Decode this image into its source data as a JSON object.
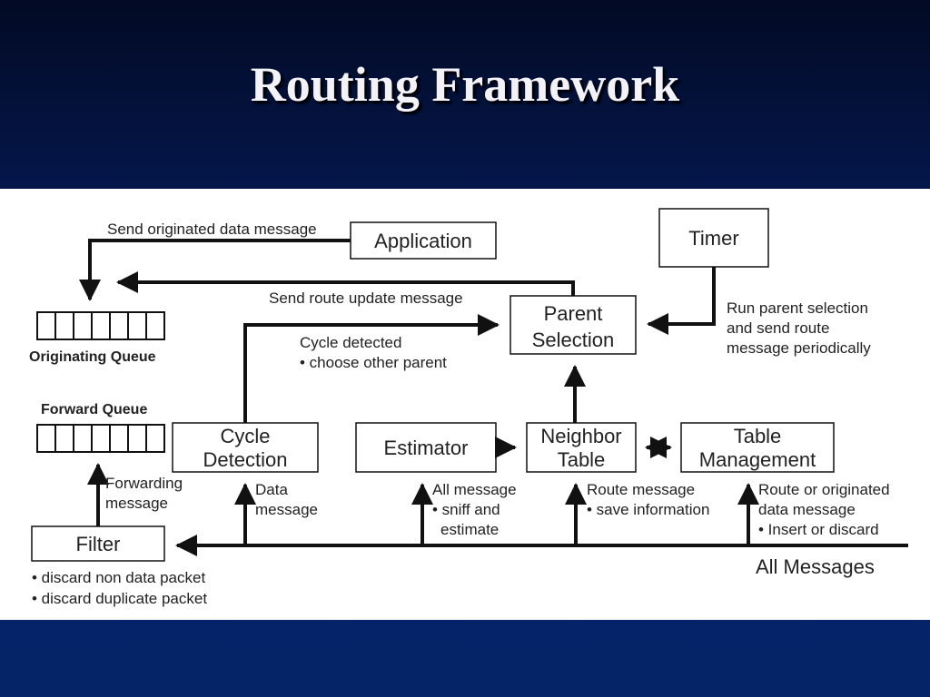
{
  "title": "Routing Framework",
  "boxes": {
    "application": "Application",
    "timer": "Timer",
    "parent_selection": [
      "Parent",
      "Selection"
    ],
    "cycle_detection": [
      "Cycle",
      "Detection"
    ],
    "estimator": "Estimator",
    "neighbor_table": [
      "Neighbor",
      "Table"
    ],
    "table_management": [
      "Table",
      "Management"
    ],
    "filter": "Filter"
  },
  "queues": {
    "originating": "Originating Queue",
    "forward": "Forward Queue"
  },
  "notes": {
    "send_originated": "Send originated data message",
    "send_route_update": "Send route update message",
    "cycle_detected": [
      "Cycle detected",
      "• choose other parent"
    ],
    "run_parent_selection": [
      "Run parent selection",
      "and send route",
      "message periodically"
    ],
    "forwarding_message": [
      "Forwarding",
      "message"
    ],
    "data_message": [
      "Data",
      "message"
    ],
    "all_message": [
      "All message",
      "• sniff and",
      "estimate"
    ],
    "route_message": [
      "Route message",
      "• save information"
    ],
    "route_or_originated": [
      "Route or originated",
      "data message",
      "• Insert or discard"
    ],
    "filter_notes": [
      "• discard non data packet",
      "• discard duplicate packet"
    ],
    "all_messages": "All Messages"
  },
  "colors": {
    "background_top": "#020a24",
    "background_bottom": "#06216a",
    "title": "#f2f2f8",
    "panel": "#ffffff",
    "ink": "#111111"
  }
}
